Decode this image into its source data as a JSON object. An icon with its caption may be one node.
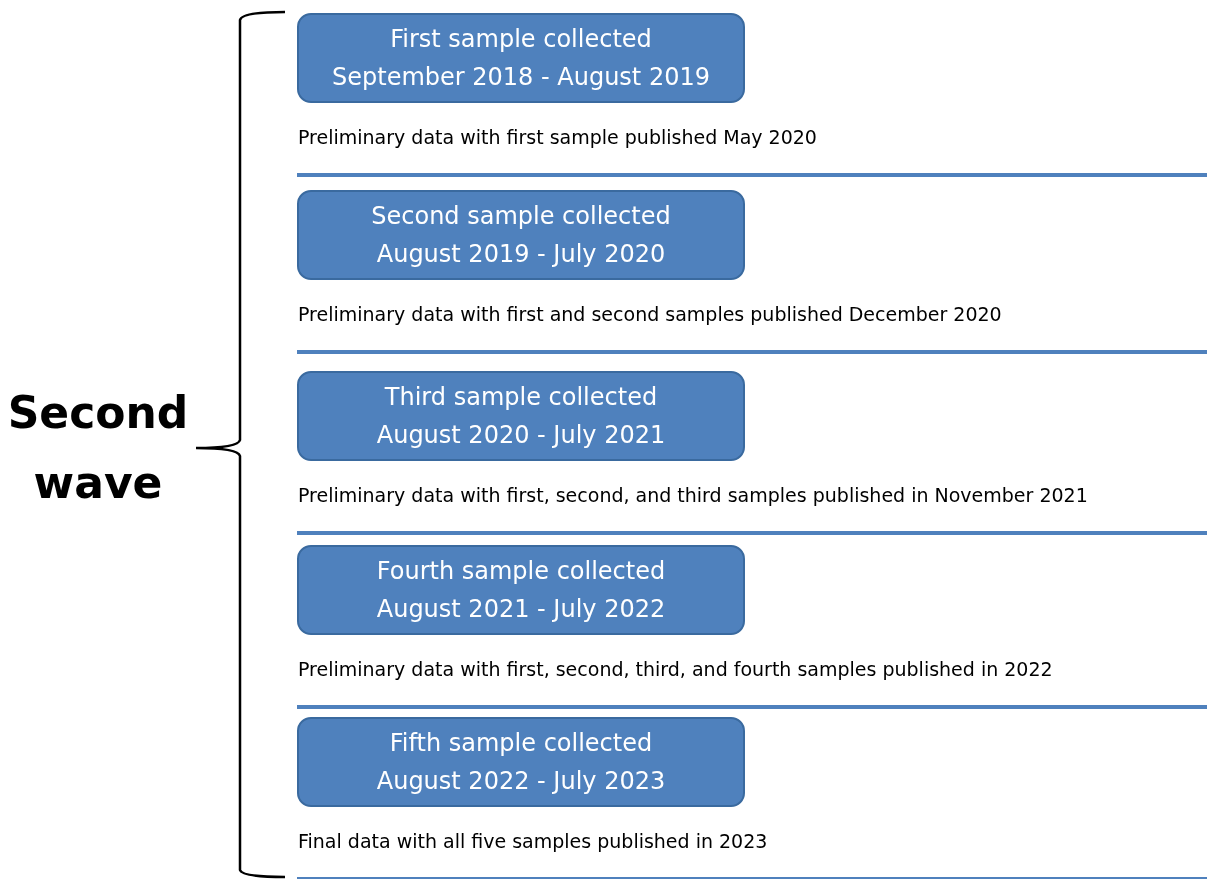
{
  "diagram": {
    "nodes": [
      {
        "text": [
          "First sample collected",
          "September 2018 - August 2019"
        ],
        "beside": [
          "Preliminary data with first sample published May 2020"
        ]
      },
      {
        "text": [
          "Second sample collected",
          "August 2019 - July 2020"
        ],
        "beside": [
          "Preliminary data with first and second samples published December 2020"
        ]
      },
      {
        "text": [
          "Third sample collected",
          "August 2020 - July 2021"
        ],
        "beside": [
          "Preliminary data with first, second, and third samples published in November 2021"
        ]
      },
      {
        "text": [
          "Fourth sample collected",
          "August 2021 - July 2022"
        ],
        "beside": [
          "Preliminary data with first, second, third, and fourth samples published in 2022"
        ]
      },
      {
        "text": [
          "Fifth sample collected",
          "August 2022 - July 2023"
        ],
        "beside": [
          "Final data with all five samples published in 2023"
        ]
      }
    ],
    "labels": [
      "Second wave"
    ]
  }
}
